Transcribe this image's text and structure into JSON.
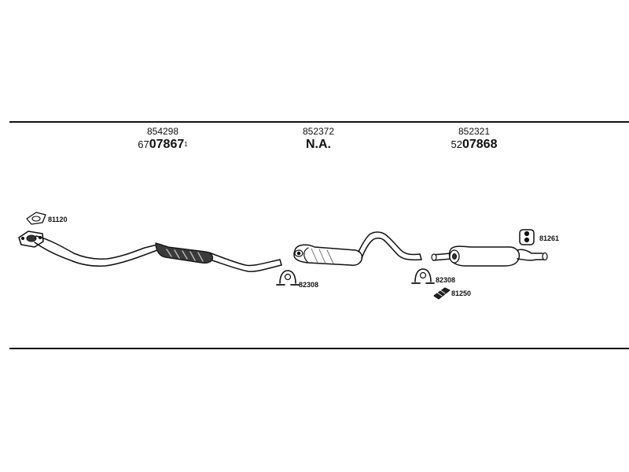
{
  "sections": [
    {
      "part_number": "854298",
      "order_prefix": "67",
      "order_main": "07867",
      "order_suffix": "1"
    },
    {
      "part_number": "852372",
      "order_prefix": "",
      "order_main": "N.A.",
      "order_suffix": ""
    },
    {
      "part_number": "852321",
      "order_prefix": "52",
      "order_main": "07868",
      "order_suffix": ""
    }
  ],
  "callouts": {
    "gasket_front": "81120",
    "clamp_mid": "82308",
    "clamp_rear": "82308",
    "hanger_rear": "81250",
    "rubber_mount": "81261"
  }
}
